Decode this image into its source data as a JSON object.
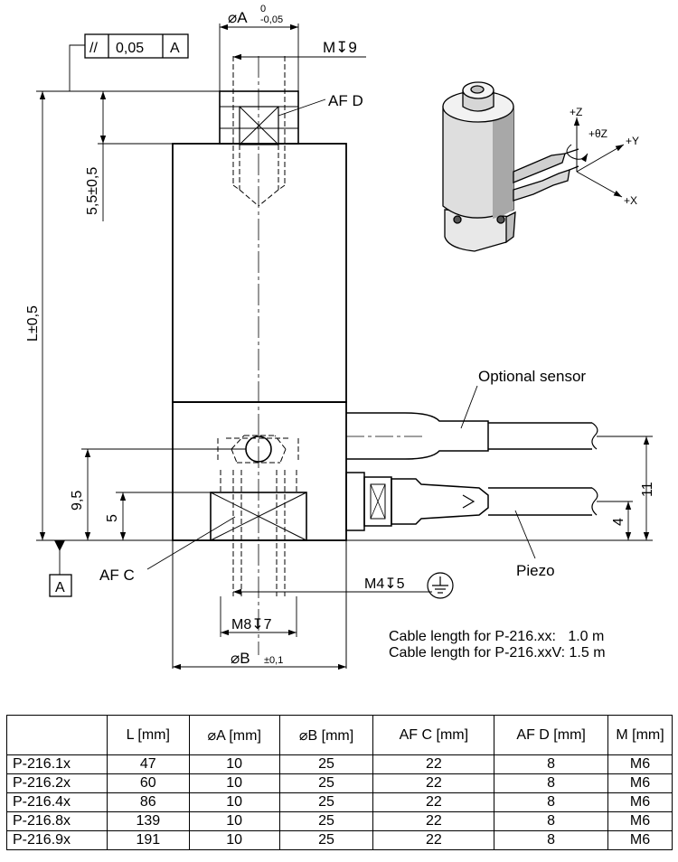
{
  "drawing": {
    "dim_A": "⌀A",
    "tol_A_upper": "0",
    "tol_A_lower": "-0,05",
    "thread_M": "M↧9",
    "across_flats_D": "AF  D",
    "parallelism_symbol": "//",
    "parallelism_tol": "0,05",
    "datum_ref": "A",
    "dim_55": "5,5±0,5",
    "dim_L": "L±0,5",
    "dim_95": "9,5",
    "dim_5": "5",
    "across_flats_C": "AF  C",
    "datum_label": "A",
    "thread_M4": "M4↧5",
    "thread_M8": "M8↧7",
    "dim_B": "⌀B",
    "tol_B": "±0,1",
    "optional_sensor": "Optional sensor",
    "piezo": "Piezo",
    "dim_11": "11",
    "dim_4": "4",
    "axis_z": "+Z",
    "axis_theta_z": "+θZ",
    "axis_y": "+Y",
    "axis_x": "+X",
    "cable_note_1": "Cable length for P-216.xx:   1.0 m",
    "cable_note_2": "Cable length for P-216.xxV: 1.5 m"
  },
  "table": {
    "headers": [
      "",
      "L [mm]",
      "⌀A [mm]",
      "⌀B [mm]",
      "AF  C [mm]",
      "AF  D [mm]",
      "M [mm]"
    ],
    "rows": [
      [
        "P-216.1x",
        "47",
        "10",
        "25",
        "22",
        "8",
        "M6"
      ],
      [
        "P-216.2x",
        "60",
        "10",
        "25",
        "22",
        "8",
        "M6"
      ],
      [
        "P-216.4x",
        "86",
        "10",
        "25",
        "22",
        "8",
        "M6"
      ],
      [
        "P-216.8x",
        "139",
        "10",
        "25",
        "22",
        "8",
        "M6"
      ],
      [
        "P-216.9x",
        "191",
        "10",
        "25",
        "22",
        "8",
        "M6"
      ]
    ]
  }
}
